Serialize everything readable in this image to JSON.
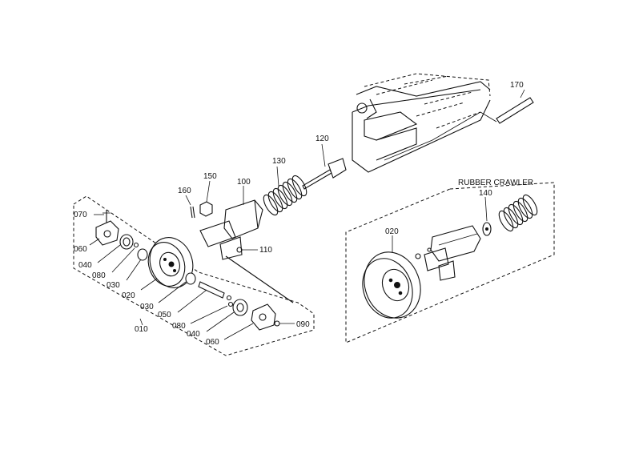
{
  "diagram": {
    "group_label": "RUBBER CRAWLER",
    "callouts": {
      "p170": "170",
      "p120": "120",
      "p130": "130",
      "p100": "100",
      "p150": "150",
      "p160": "160",
      "p110": "110",
      "p140": "140",
      "p020_right": "020",
      "p070": "070",
      "p060_left": "060",
      "p040_left": "040",
      "p080_left": "080",
      "p030_left": "030",
      "p020_left": "020",
      "p030_mid": "030",
      "p050": "050",
      "p010": "010",
      "p080_mid": "080",
      "p040_mid": "040",
      "p060_mid": "060",
      "p090": "090"
    }
  }
}
